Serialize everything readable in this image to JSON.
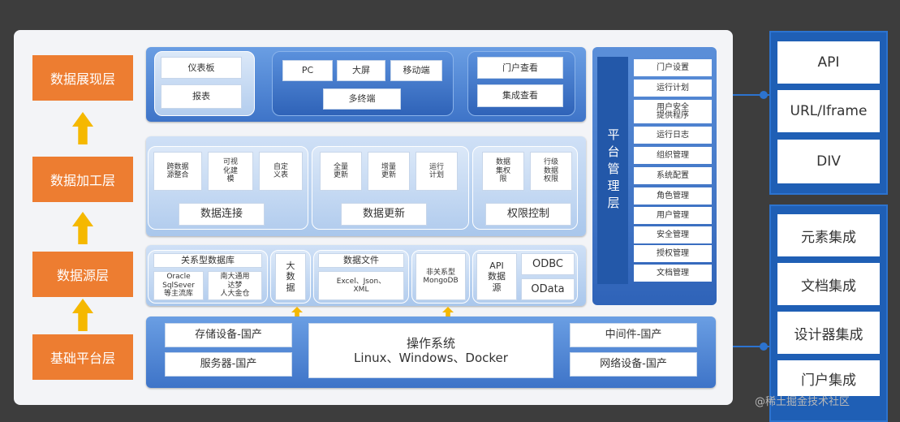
{
  "layers": [
    {
      "id": "display",
      "label": "数据展现层"
    },
    {
      "id": "processing",
      "label": "数据加工层"
    },
    {
      "id": "source",
      "label": "数据源层"
    },
    {
      "id": "base",
      "label": "基础平台层"
    }
  ],
  "display_row": {
    "group1": [
      "仪表板",
      "报表"
    ],
    "group2": [
      "PC",
      "大屏",
      "移动端",
      "多终端"
    ],
    "group3": [
      "门户查看",
      "集成查看"
    ]
  },
  "processing_row": {
    "connect": {
      "items": [
        "跨数据\n源整合",
        "可视\n化建\n模",
        "自定\n义表"
      ],
      "label": "数据连接"
    },
    "update": {
      "items": [
        "全量\n更新",
        "增量\n更新",
        "运行\n计划"
      ],
      "label": "数据更新"
    },
    "permission": {
      "items": [
        "数据\n集权\n限",
        "行级\n数据\n权限"
      ],
      "label": "权限控制"
    }
  },
  "source_row": {
    "relational": {
      "title": "关系型数据库",
      "sub1": "Oracle\nSqlSever\n等主流库",
      "sub2": "南大通用\n达梦\n人大金仓"
    },
    "bigdata": "大\n数\n据",
    "file": {
      "title": "数据文件",
      "sub": "Excel、Json、\nXML"
    },
    "nonrelational": "非关系型\nMongoDB",
    "api": "API\n数据\n源",
    "odbc": "ODBC",
    "odata": "OData"
  },
  "base_row": {
    "storage": "存储设备-国产",
    "server": "服务器-国产",
    "os": "操作系统\nLinux、Windows、Docker",
    "middleware": "中间件-国产",
    "network": "网络设备-国产"
  },
  "management": {
    "title": "平台管理层",
    "items": [
      "门户设置",
      "运行计划",
      "用户安全\n提供程序",
      "运行日志",
      "组织管理",
      "系统配置",
      "角色管理",
      "用户管理",
      "安全管理",
      "授权管理",
      "文档管理"
    ]
  },
  "integration_top": [
    "API",
    "URL/Iframe",
    "DIV"
  ],
  "integration_bottom": [
    "元素集成",
    "文档集成",
    "设计器集成",
    "门户集成"
  ],
  "watermark": "@稀土掘金技术社区",
  "colors": {
    "layer": "#ed7d31",
    "arrow": "#f5b800",
    "blue": "#2f63b8",
    "background": "#3d3d3d"
  }
}
